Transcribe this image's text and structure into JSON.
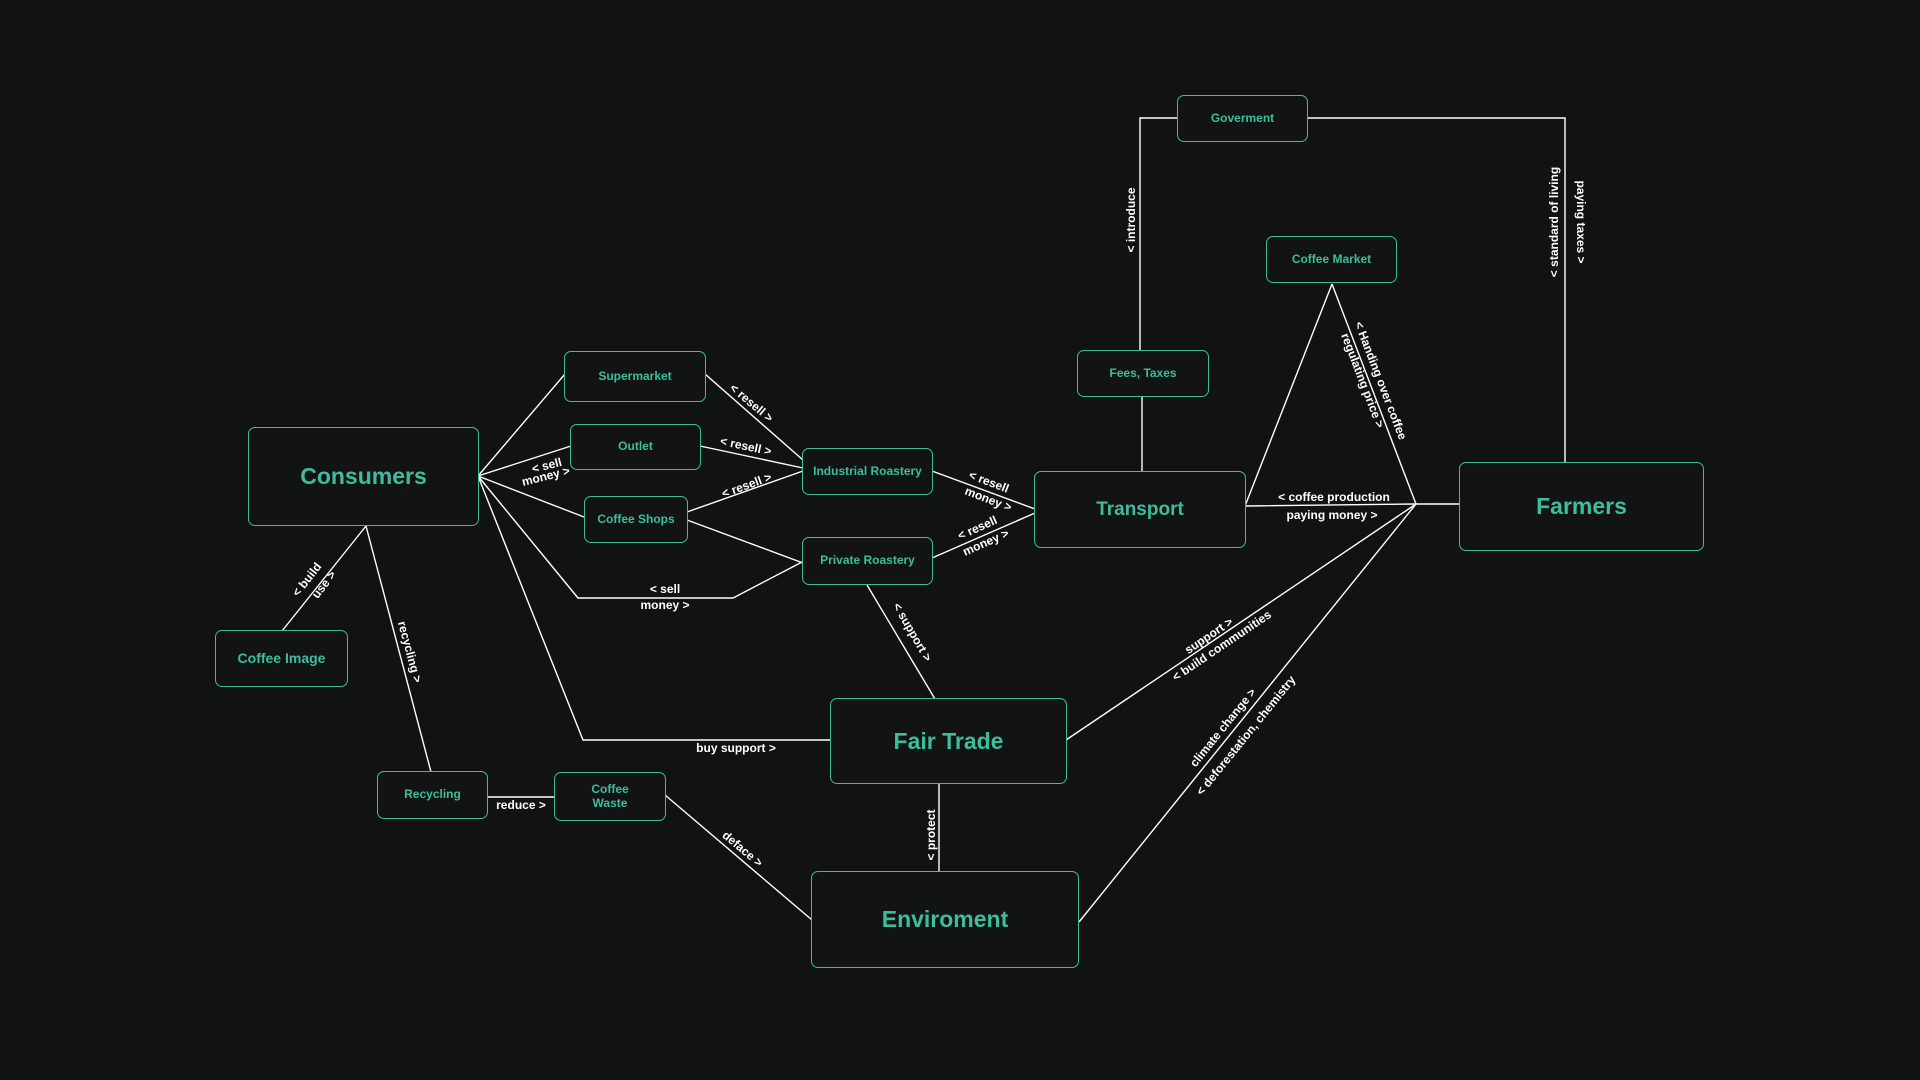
{
  "nodes": {
    "consumers": "Consumers",
    "supermarket": "Supermarket",
    "outlet": "Outlet",
    "coffee_shops": "Coffee Shops",
    "industrial_roastery": "Industrial Roastery",
    "private_roastery": "Private Roastery",
    "transport": "Transport",
    "farmers": "Farmers",
    "goverment": "Goverment",
    "coffee_market": "Coffee Market",
    "fees_taxes": "Fees, Taxes",
    "fair_trade": "Fair Trade",
    "enviroment": "Enviroment",
    "coffee_image": "Coffee Image",
    "recycling": "Recycling",
    "coffee_waste_1": "Coffee",
    "coffee_waste_2": "Waste"
  },
  "labels": {
    "sell_money_1": "< sell",
    "sell_money_2": "money >",
    "resell_supermarket": "< resell >",
    "resell_outlet": "< resell >",
    "resell_coffee_shops": "< resell >",
    "sell_money_bottom_1": "< sell",
    "sell_money_bottom_2": "money >",
    "resell_money_ir_1": "< resell",
    "resell_money_ir_2": "money >",
    "resell_money_pr_1": "< resell",
    "resell_money_pr_2": "money >",
    "coffee_production": "< coffee production",
    "paying_money": "paying money >",
    "introduce": "< introduce",
    "standard_of_living": "< standard of living",
    "paying_taxes": "paying taxes >",
    "handing_over_coffee": "< Handing over coffee",
    "regulating_price": "regulating price >",
    "build_use_1": "< build",
    "build_use_2": "use >",
    "recycling_edge": "recycling >",
    "reduce": "reduce >",
    "deface": "deface >",
    "buy_support": "buy support >",
    "support_pr": "< support >",
    "protect": "< protect",
    "support_farmers": "support >",
    "build_communities": "< build communities",
    "climate_change": "climate change >",
    "deforestation": "< deforestation, chemistry"
  }
}
